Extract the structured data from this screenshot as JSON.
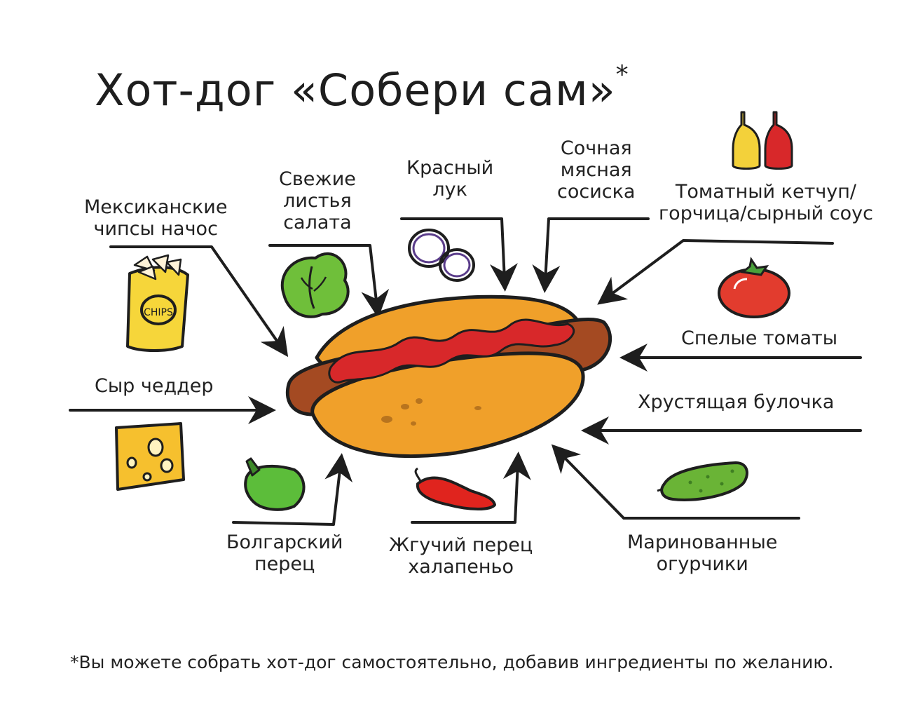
{
  "title": "Хот-дог «Собери сам»",
  "title_mark": "*",
  "labels": {
    "nachos": [
      "Мексиканские",
      "чипсы начос"
    ],
    "lettuce": [
      "Свежие",
      "листья",
      "салата"
    ],
    "onion": [
      "Красный",
      "лук"
    ],
    "sausage": [
      "Сочная",
      "мясная",
      "сосиска"
    ],
    "sauce": [
      "Томатный кетчуп/",
      "горчица/сырный соус"
    ],
    "tomato": [
      "Спелые томаты"
    ],
    "bun": [
      "Хрустящая булочка"
    ],
    "pickles": [
      "Маринованные",
      "огурчики"
    ],
    "jalapeno": [
      "Жгучий перец",
      "халапеньо"
    ],
    "bell_pepper": [
      "Болгарский",
      "перец"
    ],
    "cheddar": [
      "Сыр чеддер"
    ]
  },
  "chips_text": "CHIPS",
  "footnote": "*Вы можете собрать хот-дог самостоятельно, добавив ингредиенты по желанию.",
  "colors": {
    "bun": "#f0a02a",
    "sausage": "#a44a22",
    "ketchup": "#d8282a",
    "mustard": "#f3d13a",
    "lettuce": "#6fbf3a",
    "tomato": "#e23c2e",
    "cheese": "#f6c02e",
    "pepper_green": "#5cbd3a",
    "pepper_red": "#e0241e",
    "pickle": "#6ab436",
    "onion": "#5a3c8a",
    "outline": "#1e1e1e"
  }
}
